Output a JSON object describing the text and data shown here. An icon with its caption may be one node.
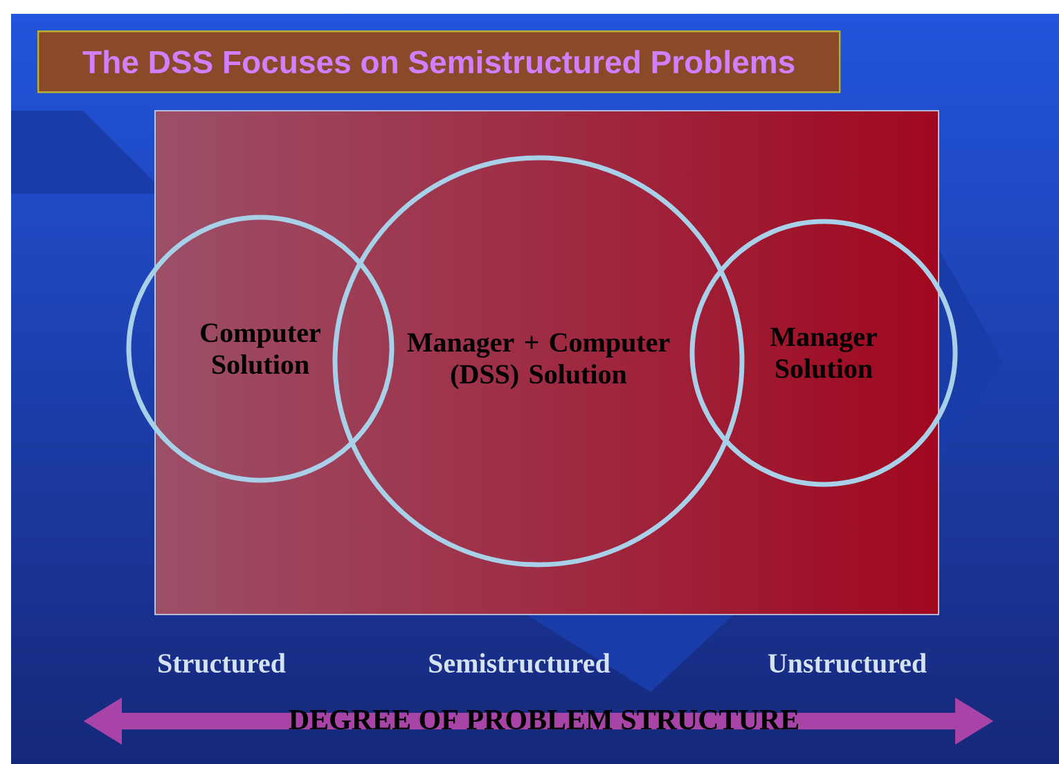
{
  "diagram": {
    "title": "The DSS Focuses on Semistructured Problems",
    "nodes": [
      {
        "text": [
          "Computer Solution"
        ]
      },
      {
        "text": [
          "Manager + Computer (DSS) Solution"
        ]
      },
      {
        "text": [
          "Manager Solution"
        ]
      }
    ],
    "labels": [
      "Structured",
      "Semistructured",
      "Unstructured",
      "DEGREE OF PROBLEM STRUCTURE"
    ]
  }
}
